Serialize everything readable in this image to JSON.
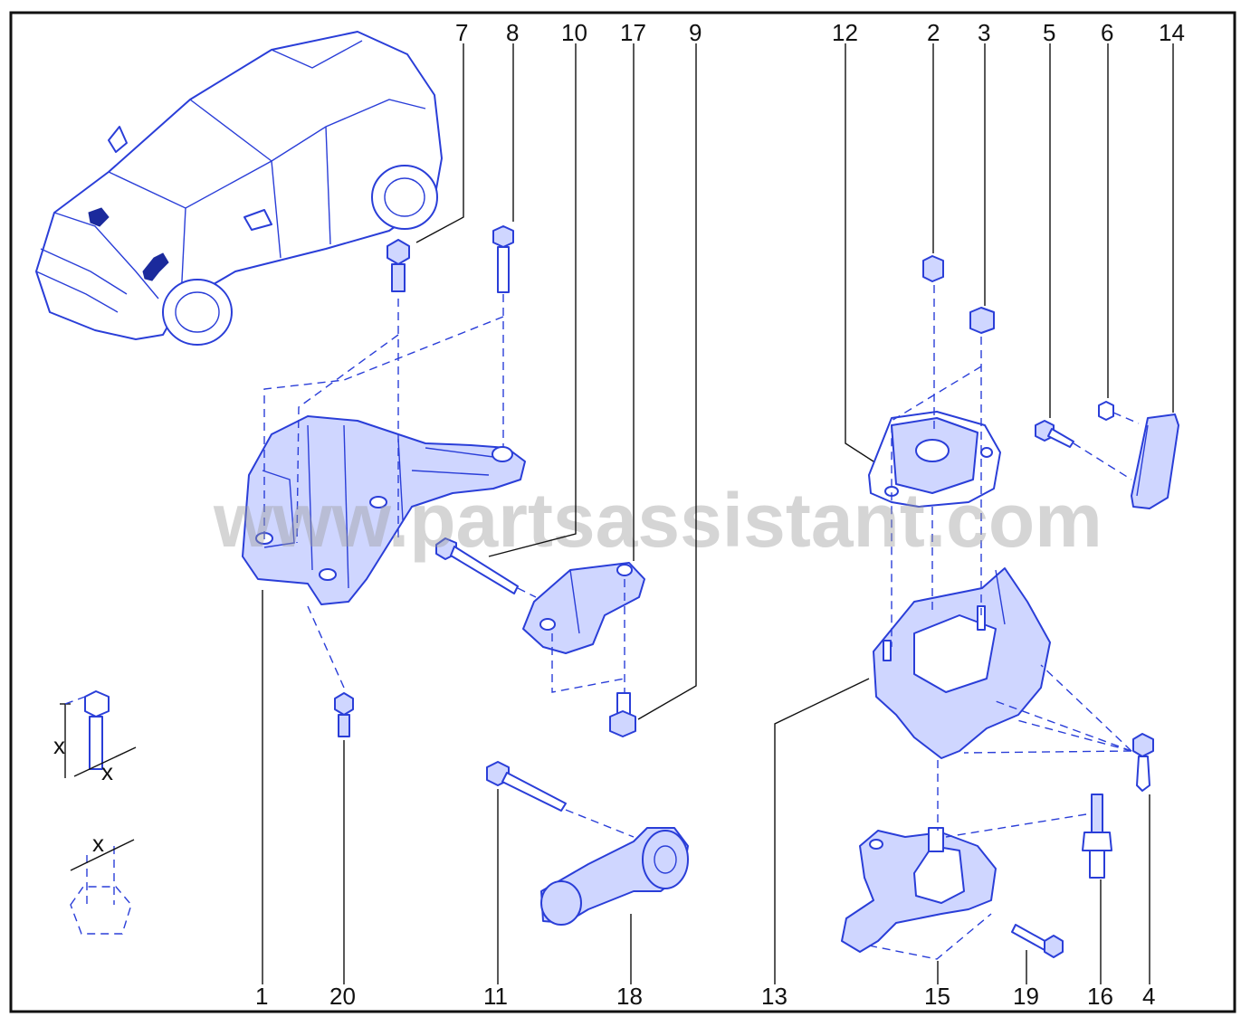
{
  "diagram": {
    "watermark": "www.partsassistant.com",
    "callouts": {
      "c1": "1",
      "c2": "2",
      "c3": "3",
      "c4": "4",
      "c5": "5",
      "c6": "6",
      "c7": "7",
      "c8": "8",
      "c9": "9",
      "c10": "10",
      "c11": "11",
      "c12": "12",
      "c13": "13",
      "c14": "14",
      "c15": "15",
      "c16": "16",
      "c17": "17",
      "c18": "18",
      "c19": "19",
      "c20": "20"
    },
    "dimension_marks": {
      "bolt_height": "x",
      "bolt_width": "x",
      "nut_width": "x"
    },
    "colors": {
      "line": "#2a3ed8",
      "fill": "#cfd6ff",
      "text": "#111111",
      "frame": "#111111"
    }
  }
}
